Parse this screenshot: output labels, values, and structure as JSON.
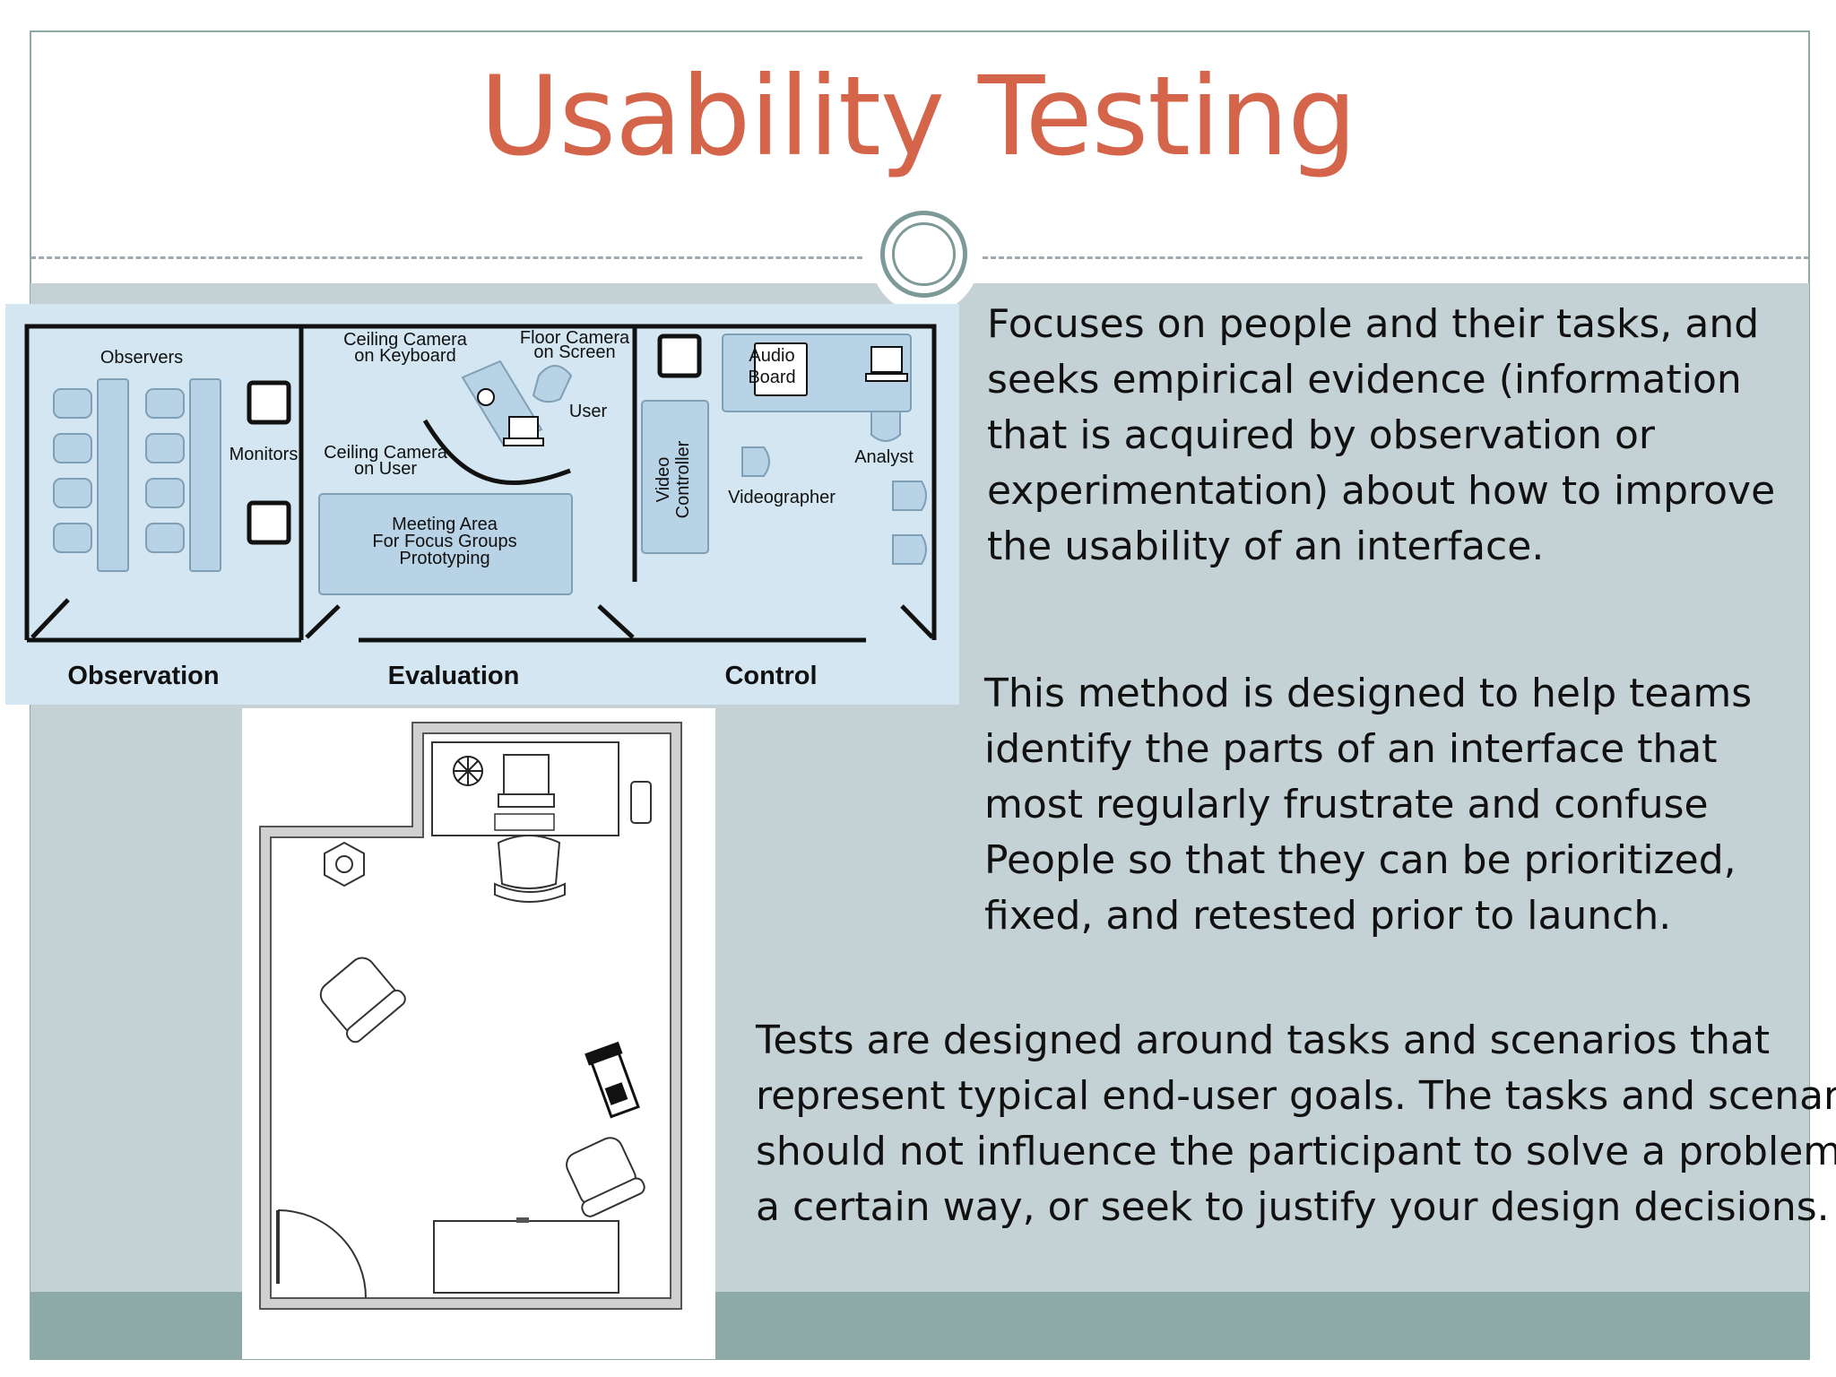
{
  "slide": {
    "title": "Usability Testing",
    "paragraphs": [
      [
        "Focuses on people and their tasks, and",
        "seeks empirical evidence (information",
        "that is acquired by observation or",
        "experimentation) about how to improve",
        "the usability of an interface."
      ],
      [
        "This method is designed to help teams",
        "identify the parts of an interface that",
        "most regularly frustrate and confuse",
        "People so that they can be prioritized,",
        "fixed, and retested prior to launch."
      ],
      [
        "Tests are designed around tasks and scenarios that",
        "represent typical end-user goals. The tasks and scenarios",
        "should not influence the participant to solve a problem",
        "a certain way, or seek to justify your design decisions."
      ]
    ]
  },
  "lab_plan": {
    "rooms": [
      "Observation",
      "Evaluation",
      "Control"
    ],
    "labels": {
      "observers": "Observers",
      "monitors": "Monitors",
      "ceiling_camera_keyboard": [
        "Ceiling Camera",
        "on Keyboard"
      ],
      "floor_camera_screen": [
        "Floor Camera",
        "on Screen"
      ],
      "user": "User",
      "ceiling_camera_user": [
        "Ceiling Camera",
        "on User"
      ],
      "meeting_area": [
        "Meeting Area",
        "For Focus Groups",
        "Prototyping"
      ],
      "audio_board": [
        "Audio",
        "Board"
      ],
      "analyst": "Analyst",
      "video_controller": [
        "Video",
        "Controller"
      ],
      "videographer": "Videographer"
    }
  },
  "colors": {
    "title": "#d4644a",
    "body_bg": "#c4d1d5",
    "band": "#8eaaa8",
    "plan_bg": "#d3e6f1",
    "furniture": "#b9d3e6"
  }
}
